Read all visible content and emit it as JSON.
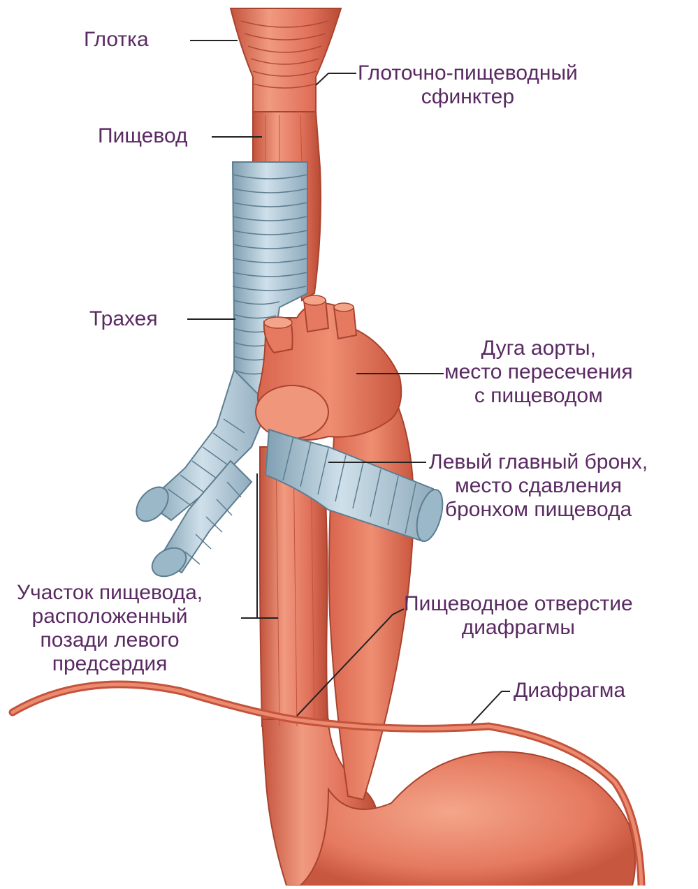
{
  "labels": {
    "pharynx": "Глотка",
    "ues": "Глоточно-пищеводный\nсфинктер",
    "esophagus": "Пищевод",
    "trachea": "Трахея",
    "aortic_arch": "Дуга аорты,\nместо пересечения\nс пищеводом",
    "left_bronchus": "Левый главный бронх,\nместо сдавления\nбронхом пищевода",
    "retrocardiac": "Участок пищевода,\nрасположенный\nпозади левого\nпредсердия",
    "hiatus": "Пищеводное отверстие\nдиафрагмы",
    "diaphragm": "Диафрагма"
  },
  "colors": {
    "label_text": "#5a2a62",
    "muscle": "#e2735c",
    "muscle_dark": "#c4533c",
    "muscle_light": "#f09a80",
    "cartilage": "#a9c6d6",
    "cartilage_dark": "#6f8fa3",
    "leader_line": "#222222"
  }
}
